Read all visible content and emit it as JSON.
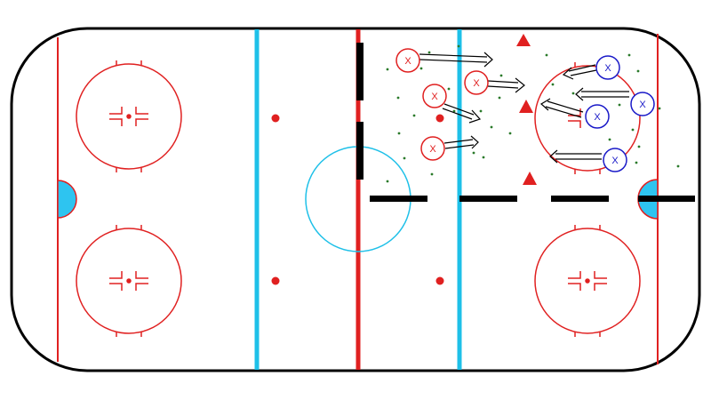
{
  "colors": {
    "background": "#ffffff",
    "boards": "#000000",
    "red_line": "#e02020",
    "blue_line": "#1ec0e8",
    "goal_crease": "#2ec4f0",
    "red_team": "#e02020",
    "blue_team": "#1a1ac8",
    "pucks": "#2a7a2a",
    "arrows": "#000000",
    "barrier": "#000000",
    "cones": "#e02020"
  },
  "players": {
    "red": [
      {
        "label": "X"
      },
      {
        "label": "X"
      },
      {
        "label": "X"
      },
      {
        "label": "X"
      }
    ],
    "blue": [
      {
        "label": "X"
      },
      {
        "label": "X"
      },
      {
        "label": "X"
      },
      {
        "label": "X"
      }
    ]
  },
  "icons": {
    "cone": "triangle-cone-icon",
    "puck": "puck-dot-icon",
    "arrow": "double-line-arrow-icon"
  }
}
